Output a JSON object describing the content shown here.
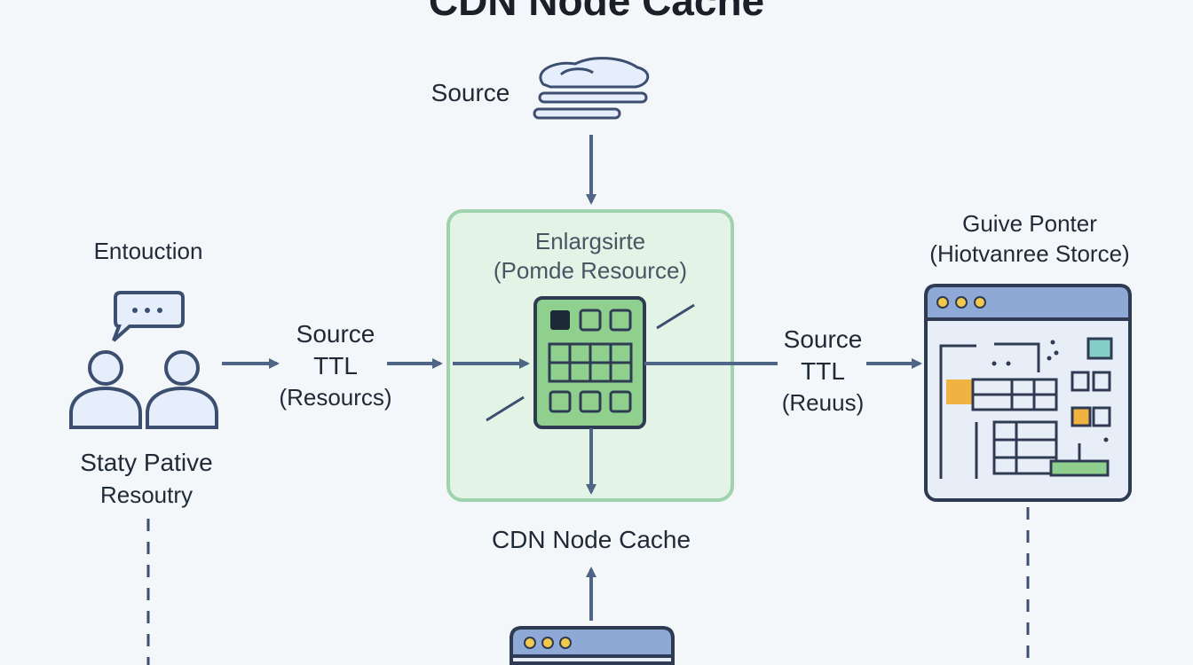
{
  "title": "CDN Node Cache",
  "source_top": {
    "label": "Source"
  },
  "left_group": {
    "top_label": "Entouction",
    "bottom_line1": "Staty Pative",
    "bottom_line2": "Resoutry"
  },
  "left_arrow_label": {
    "line1": "Source",
    "line2": "TTL",
    "line3": "(Resourcs)"
  },
  "center_box": {
    "line1": "Enlargsirte",
    "line2": "(Pomde Resource)",
    "below_label": "CDN Node Cache"
  },
  "right_arrow_label": {
    "line1": "Source",
    "line2": "TTL",
    "line3": "(Reuus)"
  },
  "right_group": {
    "line1": "Guive Ponter",
    "line2": "(Hiotvanree Storce)"
  },
  "colors": {
    "arrow": "#4f6585",
    "green_fill": "#e3f3e6",
    "green_border": "#9fd3ae",
    "grid_green": "#8fd08f",
    "window_frame": "#2f3b52",
    "window_bar": "#8fa9d6",
    "window_fill": "#e8eef8",
    "orange": "#f0b240",
    "teal": "#86cfc6",
    "dot_yellow": "#f2c94c"
  }
}
